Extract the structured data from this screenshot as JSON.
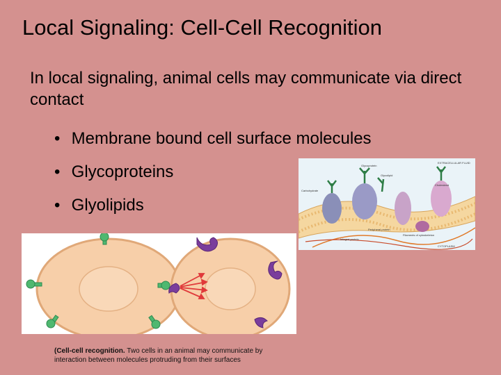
{
  "slide": {
    "title": "Local Signaling:  Cell-Cell Recognition",
    "intro": "In local signaling, animal cells may communicate via direct contact",
    "bullets": [
      "Membrane bound cell surface molecules",
      "Glycoproteins",
      "Glyolipids"
    ],
    "bullet_glyph": "•",
    "figure_caption": {
      "prefix": "(Cell-cell recognition.",
      "text": " Two cells in an animal may communicate by interaction between molecules protruding from their surfaces"
    },
    "membrane_labels": {
      "glycoprotein": "Glycoprotein",
      "glycolipid": "Glycolipid",
      "extracellular": "EXTRACELLULAR FLUID",
      "carbohydrate": "Carbohydrate",
      "cholesterol": "Cholesterol",
      "peripheral": "Peripheral protein",
      "integral": "Integral protein",
      "filaments": "Filaments of cytoskeleton",
      "cytoplasm": "CYTOPLASM"
    }
  },
  "colors": {
    "background": "#d4918f",
    "cell_fill": "#f7cfa9",
    "cell_outline": "#e0a878",
    "green_molecule": "#4fb870",
    "purple_molecule": "#7a3d9c",
    "arrow_red": "#e0393a"
  }
}
